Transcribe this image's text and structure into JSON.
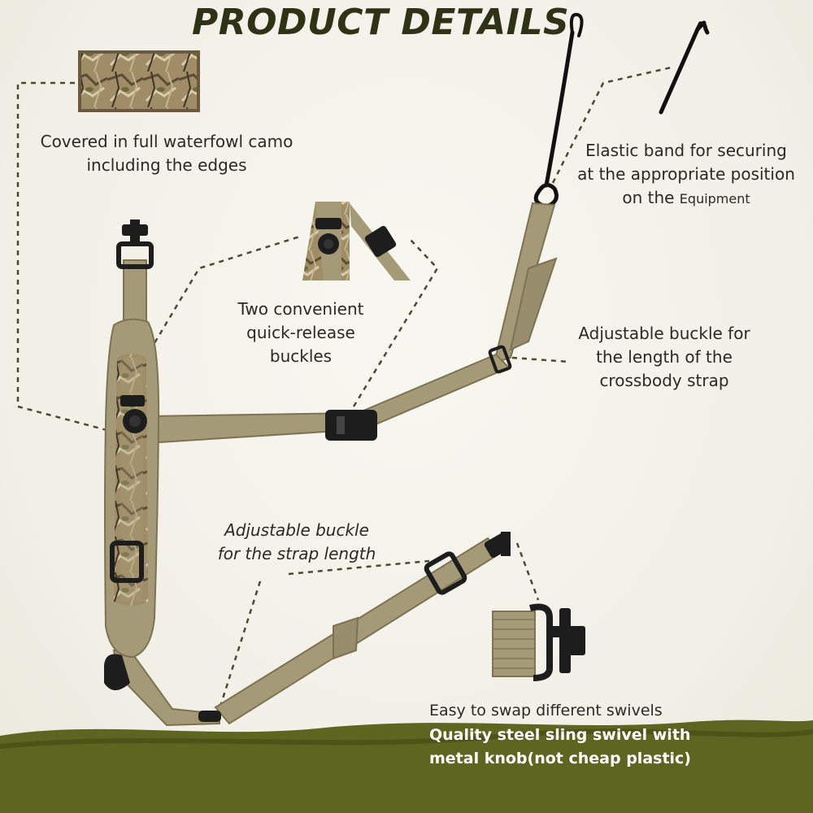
{
  "title": "PRODUCT DETAILS",
  "callouts": {
    "camo": [
      "Covered in full waterfowl camo",
      "including the edges"
    ],
    "elastic": [
      "Elastic band for securing",
      "at the appropriate position",
      "on the "
    ],
    "elastic_small": "Equipment",
    "buckles": [
      "Two convenient",
      "quick-release",
      "buckles"
    ],
    "crossbody": [
      "Adjustable buckle for",
      "the length of the",
      "crossbody strap"
    ],
    "strap_length": [
      "Adjustable buckle",
      "for the strap length"
    ],
    "swivel_swap": "Easy to swap different swivels",
    "swivel_quality": [
      "Quality steel sling swivel with",
      "metal knob(not cheap plastic)"
    ]
  },
  "icons": {
    "camo_swatch": "camo-swatch-icon",
    "elastic_loop": "elastic-loop-icon",
    "buckle_detail": "quick-release-buckle-icon",
    "swivel_detail": "sling-swivel-icon"
  },
  "colors": {
    "title": "#2f3315",
    "strap": "#a49a77",
    "strap_edge": "#7d7353",
    "buckle": "#1d1d1d",
    "ground": "#5e6520",
    "leader": "#4a4a30"
  }
}
